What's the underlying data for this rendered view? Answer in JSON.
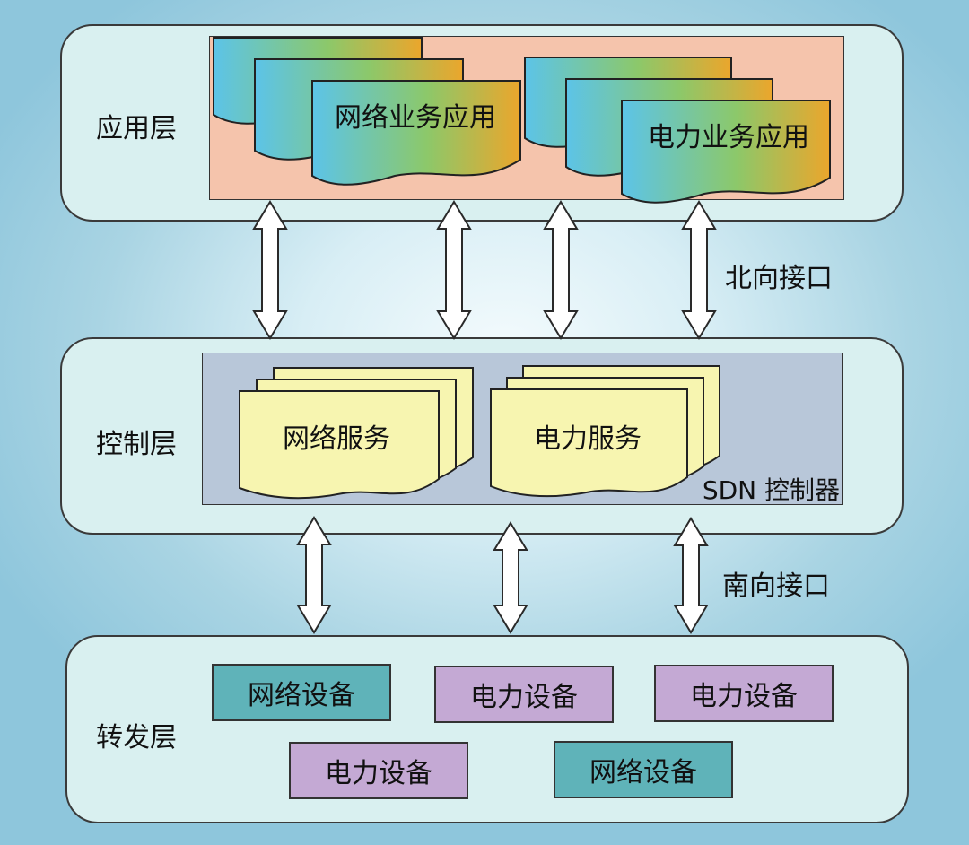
{
  "layers": {
    "application": {
      "label": "应用层",
      "stacks": [
        {
          "label": "网络业务应用"
        },
        {
          "label": "电力业务应用"
        }
      ]
    },
    "control": {
      "label": "控制层",
      "controller_label": "SDN 控制器",
      "stacks": [
        {
          "label": "网络服务"
        },
        {
          "label": "电力服务"
        }
      ]
    },
    "forwarding": {
      "label": "转发层",
      "devices": [
        {
          "label": "网络设备",
          "kind": "network"
        },
        {
          "label": "电力设备",
          "kind": "power"
        },
        {
          "label": "电力设备",
          "kind": "power"
        },
        {
          "label": "电力设备",
          "kind": "power"
        },
        {
          "label": "网络设备",
          "kind": "network"
        }
      ]
    }
  },
  "interfaces": {
    "northbound": "北向接口",
    "southbound": "南向接口"
  },
  "colors": {
    "layer_fill": "#d9f0f0",
    "app_panel": "#f5c4ac",
    "controller_panel": "#b8c7d9",
    "service_doc": "#f7f5b0",
    "network_device": "#5fb3b9",
    "power_device": "#c4a9d4"
  }
}
